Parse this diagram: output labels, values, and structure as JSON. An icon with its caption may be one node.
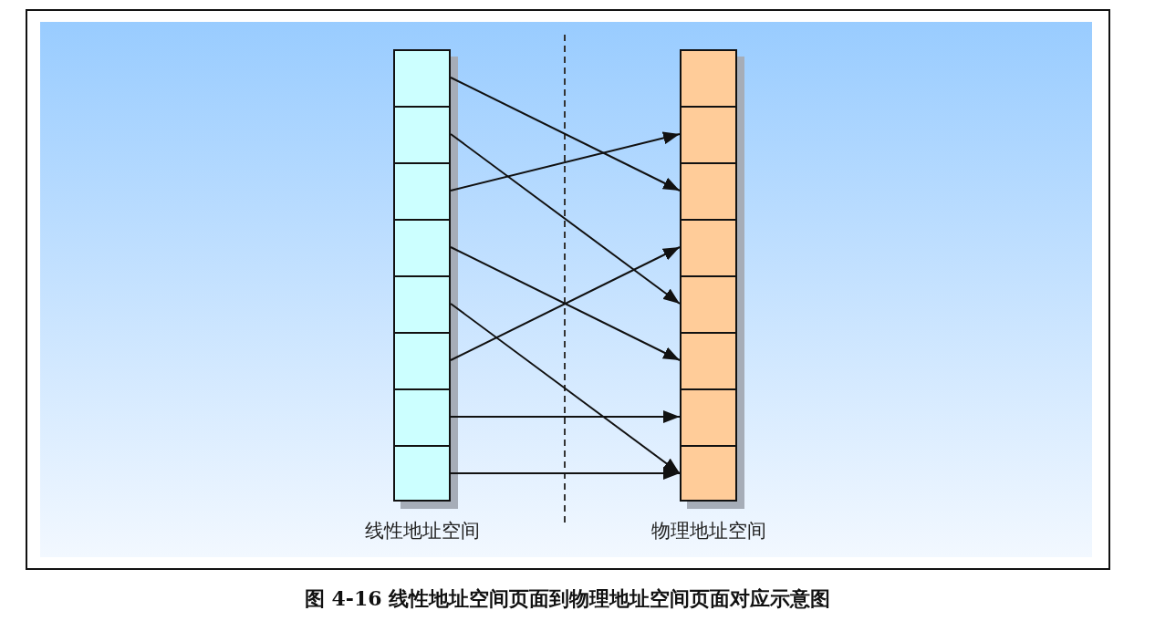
{
  "diagram": {
    "caption": "图 4-16 线性地址空间页面到物理地址空间页面对应示意图",
    "nodes": [
      {
        "text": [
          "线性地址空间"
        ]
      },
      {
        "text": [],
        "shape": "box",
        "in": 0
      },
      {
        "text": [],
        "shape": "box",
        "in": 0
      },
      {
        "text": [],
        "shape": "box",
        "in": 0
      },
      {
        "text": [],
        "shape": "box",
        "in": 0
      },
      {
        "text": [],
        "shape": "box",
        "in": 0
      },
      {
        "text": [],
        "shape": "box",
        "in": 0
      },
      {
        "text": [],
        "shape": "box",
        "in": 0
      },
      {
        "text": [],
        "shape": "box",
        "in": 0
      },
      {
        "text": [
          "物理地址空间"
        ]
      },
      {
        "text": [],
        "shape": "box",
        "in": 9
      },
      {
        "text": [],
        "shape": "box",
        "in": 9
      },
      {
        "text": [],
        "shape": "box",
        "in": 9
      },
      {
        "text": [],
        "shape": "box",
        "in": 9
      },
      {
        "text": [],
        "shape": "box",
        "in": 9
      },
      {
        "text": [],
        "shape": "box",
        "in": 9
      },
      {
        "text": [],
        "shape": "box",
        "in": 9
      },
      {
        "text": [],
        "shape": "box",
        "in": 9
      }
    ],
    "edges": [
      {
        "from": 1,
        "to": 12,
        "arrow": "to"
      },
      {
        "from": 2,
        "to": 14,
        "arrow": "to"
      },
      {
        "from": 3,
        "to": 11,
        "arrow": "to"
      },
      {
        "from": 4,
        "to": 15,
        "arrow": "to"
      },
      {
        "from": 5,
        "to": 17,
        "arrow": "to"
      },
      {
        "from": 6,
        "to": 13,
        "arrow": "to"
      },
      {
        "from": 7,
        "to": 16,
        "arrow": "to"
      },
      {
        "from": 8,
        "to": 17,
        "arrow": "to"
      }
    ]
  }
}
